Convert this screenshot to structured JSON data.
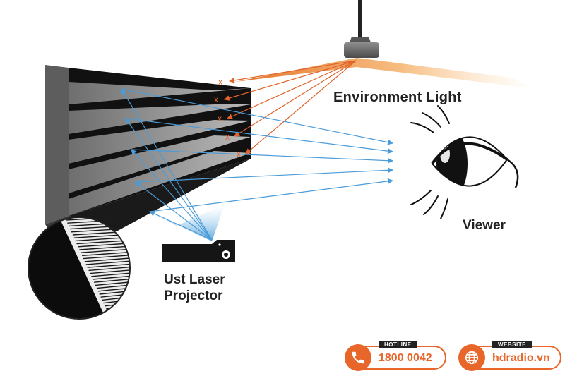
{
  "labels": {
    "environment_light": "Environment Light",
    "viewer": "Viewer",
    "projector_line1": "Ust Laser",
    "projector_line2": "Projector"
  },
  "badges": {
    "hotline": {
      "tag": "HOTLINE",
      "value": "1800 0042",
      "icon": "phone-icon"
    },
    "website": {
      "tag": "WEBSITE",
      "value": "hdradio.vn",
      "icon": "globe-icon"
    }
  },
  "colors": {
    "accent": "#e8662a",
    "ambient_ray": "#e0642c",
    "projector_ray": "#4a9bd8",
    "screen_dark": "#111111",
    "screen_gray": "#8a8a8a"
  },
  "rejection_mark": "x"
}
